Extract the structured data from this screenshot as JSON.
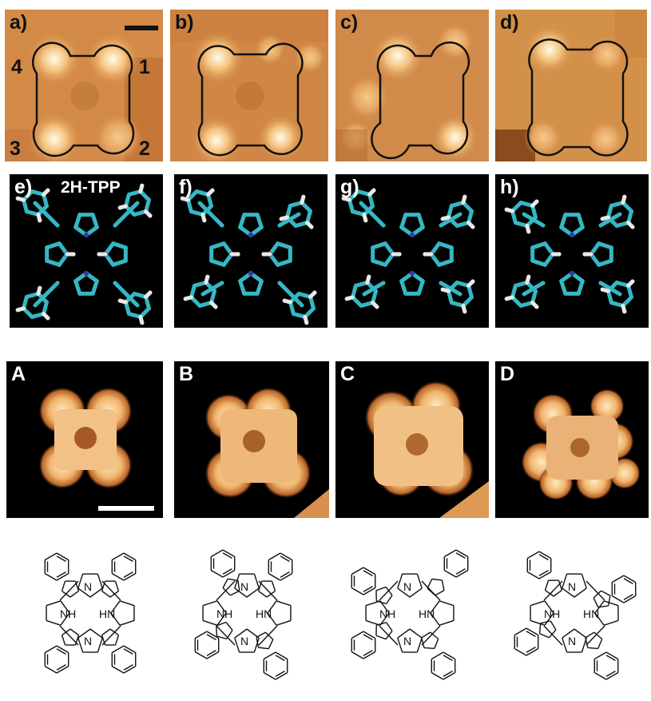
{
  "figure": {
    "top_row": [
      {
        "label": "a)",
        "corner_numbers": [
          "4",
          "1",
          "3",
          "2"
        ]
      },
      {
        "label": "b)"
      },
      {
        "label": "c)"
      },
      {
        "label": "d)"
      }
    ],
    "model_row": [
      {
        "label": "e)",
        "title": "2H-TPP"
      },
      {
        "label": "f)"
      },
      {
        "label": "g)"
      },
      {
        "label": "h)"
      }
    ],
    "stm_row": [
      {
        "label": "A"
      },
      {
        "label": "B"
      },
      {
        "label": "C"
      },
      {
        "label": "D"
      }
    ],
    "structures": [
      {
        "labels": [
          "N",
          "NH",
          "HN",
          "N"
        ]
      },
      {
        "labels": [
          "N",
          "NH",
          "HN",
          "N"
        ]
      },
      {
        "labels": [
          "N",
          "NH",
          "HN",
          "N"
        ]
      },
      {
        "labels": [
          "N",
          "NH",
          "HN",
          "N"
        ]
      }
    ]
  },
  "colors": {
    "stm_low": "#8a4514",
    "stm_mid": "#d9904a",
    "stm_high": "#fff5dc",
    "carbon": "#36b7c4",
    "nitrogen": "#2e3fa8",
    "hydrogen": "#e8e8e8"
  }
}
